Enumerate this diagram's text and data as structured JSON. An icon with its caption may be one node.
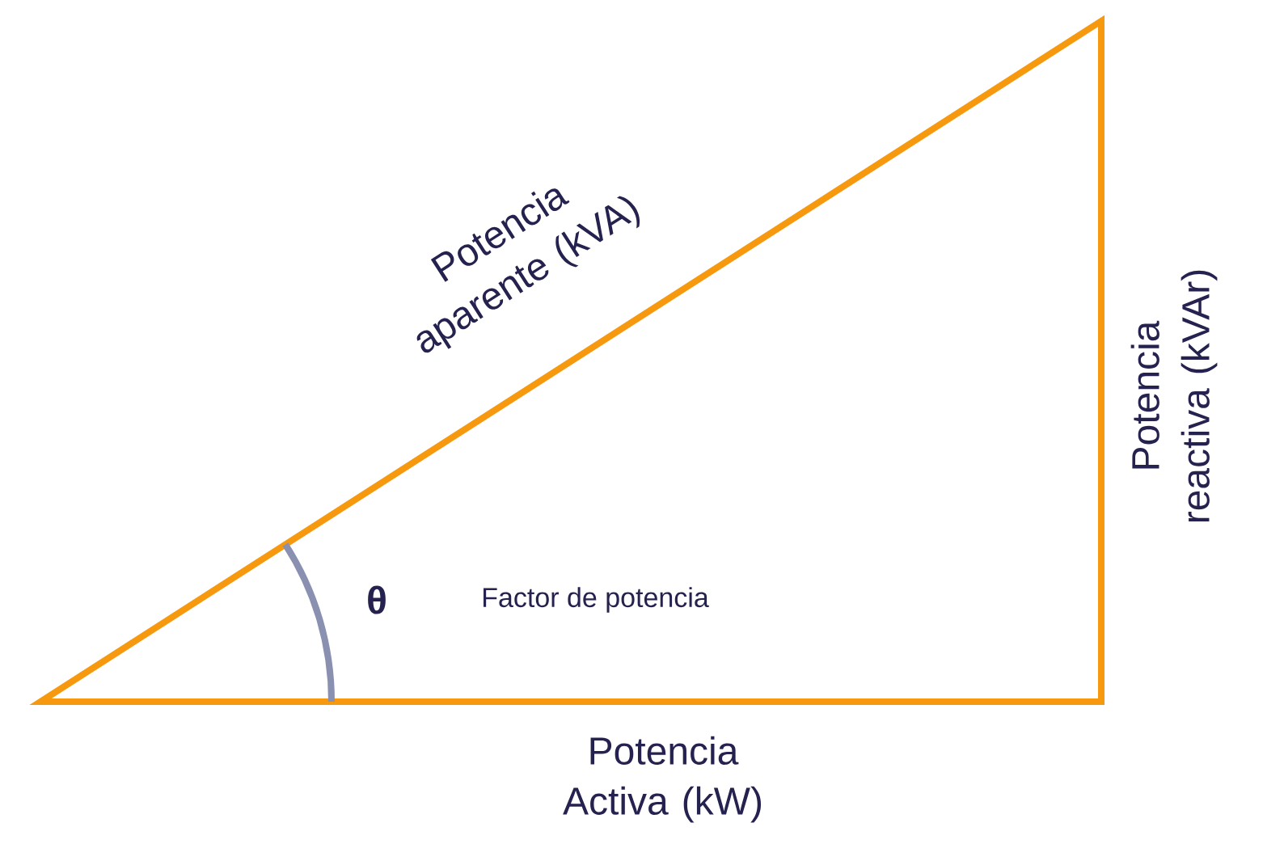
{
  "diagram": {
    "labels": [
      "Potencia aparente (kVA)",
      "Potencia reactiva (kVAr)",
      "θ",
      "Factor de potencia",
      "Potencia Activa (kW)"
    ]
  }
}
